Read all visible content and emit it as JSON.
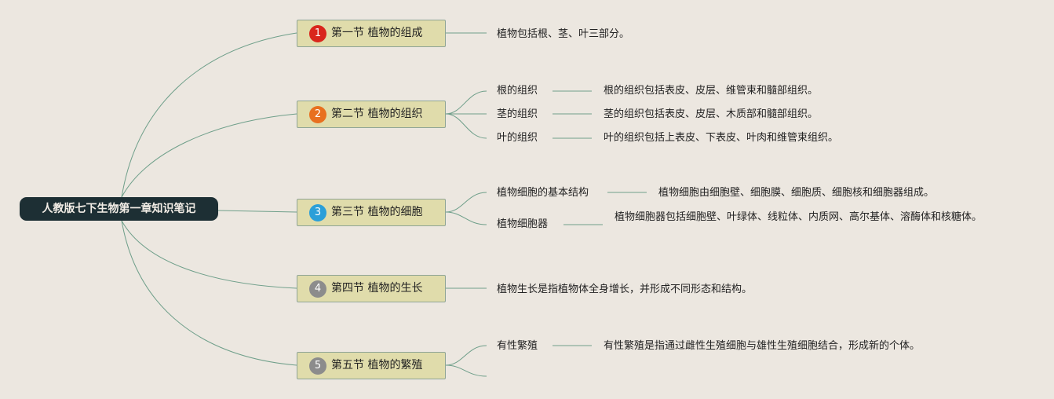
{
  "root": {
    "label": "人教版七下生物第一章知识笔记"
  },
  "colors": {
    "background": "#ece7e0",
    "root_fill": "#1d2f34",
    "section_fill": "#e0dcab",
    "line": "#6f9f8a"
  },
  "sections": [
    {
      "num": "1",
      "badge_color": "#d9261c",
      "title": "第一节 植物的组成",
      "note": "植物包括根、茎、叶三部分。"
    },
    {
      "num": "2",
      "badge_color": "#e8701f",
      "title": "第二节 植物的组织",
      "topics": [
        {
          "label": "根的组织",
          "note": "根的组织包括表皮、皮层、维管束和髓部组织。"
        },
        {
          "label": "茎的组织",
          "note": "茎的组织包括表皮、皮层、木质部和髓部组织。"
        },
        {
          "label": "叶的组织",
          "note": "叶的组织包括上表皮、下表皮、叶肉和维管束组织。"
        }
      ]
    },
    {
      "num": "3",
      "badge_color": "#2a9fd8",
      "title": "第三节 植物的细胞",
      "topics": [
        {
          "label": "植物细胞的基本结构",
          "note": "植物细胞由细胞壁、细胞膜、细胞质、细胞核和细胞器组成。"
        },
        {
          "label": "植物细胞器",
          "note": "植物细胞器包括细胞壁、叶绿体、线粒体、内质网、高尔基体、溶酶体和核糖体。"
        }
      ]
    },
    {
      "num": "4",
      "badge_color": "#8c8c8c",
      "title": "第四节 植物的生长",
      "note": "植物生长是指植物体全身增长，并形成不同形态和结构。"
    },
    {
      "num": "5",
      "badge_color": "#8c8c8c",
      "title": "第五节 植物的繁殖",
      "topics": [
        {
          "label": "有性繁殖",
          "note": "有性繁殖是指通过雌性生殖细胞与雄性生殖细胞结合，形成新的个体。"
        }
      ]
    }
  ]
}
